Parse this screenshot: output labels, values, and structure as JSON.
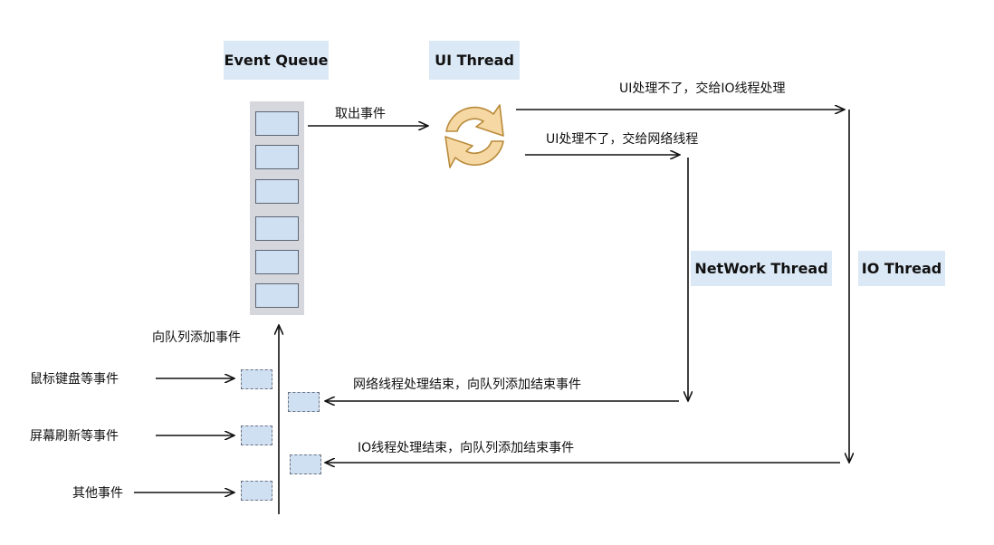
{
  "labels": {
    "event_queue": "Event Queue",
    "ui_thread": "UI Thread",
    "network_thread": "NetWork Thread",
    "io_thread": "IO Thread"
  },
  "annotations": {
    "take_event": "取出事件",
    "ui_to_io": "UI处理不了，交给IO线程处理",
    "ui_to_network": "UI处理不了，交给网络线程",
    "add_to_queue": "向队列添加事件",
    "network_done": "网络线程处理结束，向队列添加结束事件",
    "io_done": "IO线程处理结束，向队列添加结束事件"
  },
  "sources": [
    {
      "label": "鼠标键盘等事件"
    },
    {
      "label": "屏幕刷新等事件"
    },
    {
      "label": "其他事件"
    }
  ],
  "colors": {
    "label_bg": "#dbe8f5",
    "queue_bg": "#d6d7dc",
    "slot_fill": "#cfe0f2",
    "loop_fill": "#f5d8a3",
    "loop_stroke": "#b98a3a",
    "line": "#111111"
  },
  "icons": {
    "ui_thread_loop": "refresh-cycle-icon"
  }
}
